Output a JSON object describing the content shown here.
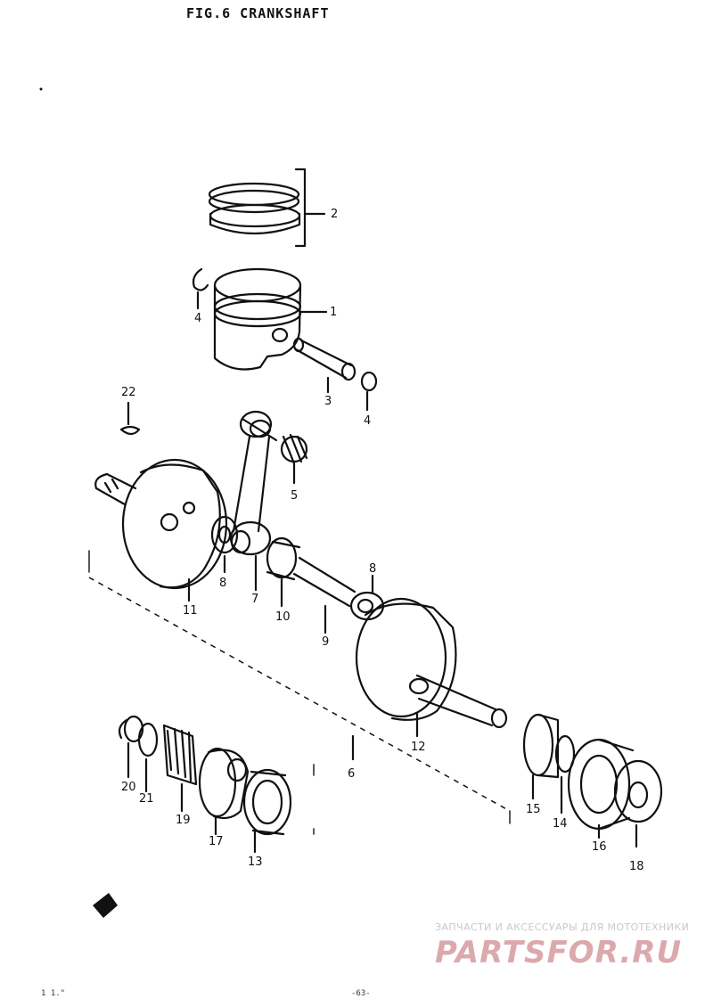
{
  "title": "FIG.6  CRANKSHAFT",
  "labels": {
    "p1": "1",
    "p2": "2",
    "p3": "3",
    "p4a": "4",
    "p4b": "4",
    "p5": "5",
    "p6": "6",
    "p7": "7",
    "p8a": "8",
    "p8b": "8",
    "p9": "9",
    "p10": "10",
    "p11": "11",
    "p12": "12",
    "p13": "13",
    "p14": "14",
    "p15": "15",
    "p16": "16",
    "p17": "17",
    "p18": "18",
    "p19": "19",
    "p20": "20",
    "p21": "21",
    "p22": "22"
  },
  "watermark": {
    "tagline": "ЗАПЧАСТИ И АКСЕССУАРЫ ДЛЯ МОТОТЕХНИКИ",
    "logo": "PARTSFOR.RU"
  },
  "footer": {
    "left": "1 1.\"",
    "center": "-63-"
  }
}
